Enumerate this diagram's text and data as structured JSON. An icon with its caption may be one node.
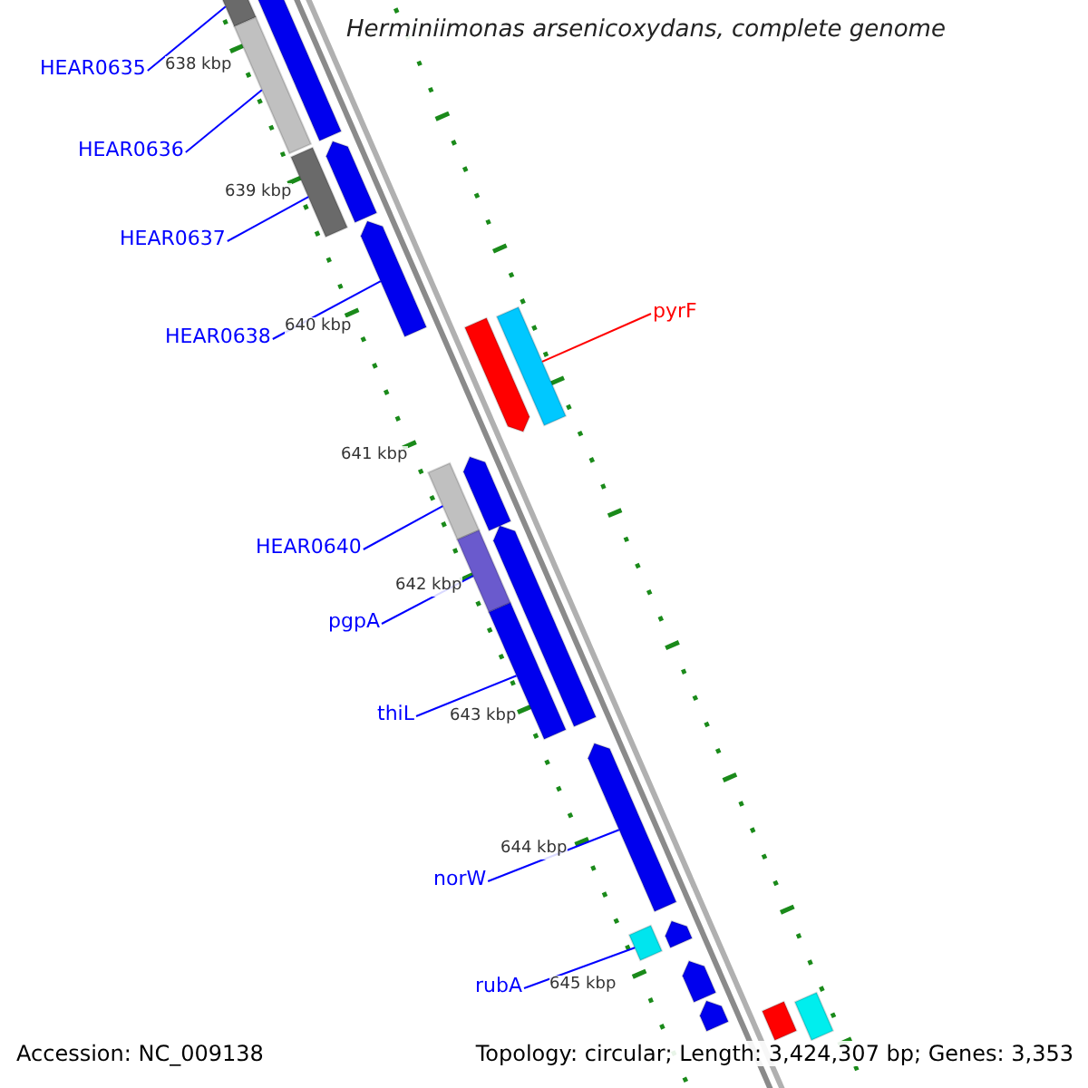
{
  "diagram": {
    "title": "Herminiimonas arsenicoxydans, complete genome",
    "nodes": [
      {
        "text": [
          "HEAR0635"
        ]
      },
      {
        "text": [
          "HEAR0636"
        ]
      },
      {
        "text": [
          "HEAR0637"
        ]
      },
      {
        "text": [
          "HEAR0638"
        ]
      },
      {
        "text": [
          "pyrF"
        ]
      },
      {
        "text": [
          "HEAR0640"
        ]
      },
      {
        "text": [
          "pgpA"
        ]
      },
      {
        "text": [
          "thiL"
        ]
      },
      {
        "text": [
          "norW"
        ]
      },
      {
        "text": [
          "rubA"
        ]
      },
      {
        "text": [],
        "shape": "bar"
      },
      {
        "text": [],
        "shape": "bar"
      },
      {
        "text": [],
        "shape": "bar"
      },
      {
        "text": [],
        "shape": "bar"
      },
      {
        "text": [],
        "shape": "bar"
      },
      {
        "text": [],
        "shape": "bar"
      },
      {
        "text": [],
        "shape": "bar"
      },
      {
        "text": [],
        "shape": "bar"
      },
      {
        "text": [],
        "shape": "bar"
      },
      {
        "text": [],
        "shape": "bar"
      },
      {
        "text": [],
        "shape": "bar"
      },
      {
        "text": [],
        "shape": "bar"
      },
      {
        "text": [],
        "shape": "bar"
      },
      {
        "text": [],
        "shape": "bar"
      },
      {
        "text": [],
        "shape": "bar"
      },
      {
        "text": [],
        "shape": "bar"
      },
      {
        "text": [],
        "shape": "bar"
      },
      {
        "text": [],
        "shape": "bar"
      },
      {
        "text": [],
        "shape": "bar"
      },
      {
        "text": [],
        "shape": "bar"
      }
    ],
    "edges": [
      {
        "from": 0,
        "to": 10,
        "arrow": "none"
      },
      {
        "from": 1,
        "to": 11,
        "arrow": "none"
      },
      {
        "from": 2,
        "to": 12,
        "arrow": "none"
      },
      {
        "from": 3,
        "to": 13,
        "arrow": "none"
      },
      {
        "from": 4,
        "to": 14,
        "arrow": "none",
        "color": "#ff0000"
      },
      {
        "from": 5,
        "to": 15,
        "arrow": "none"
      },
      {
        "from": 6,
        "to": 16,
        "arrow": "none"
      },
      {
        "from": 7,
        "to": 17,
        "arrow": "none"
      },
      {
        "from": 8,
        "to": 18,
        "arrow": "none"
      },
      {
        "from": 9,
        "to": 19,
        "arrow": "none"
      }
    ],
    "labels": [
      "638 kbp",
      "639 kbp",
      "640 kbp",
      "641 kbp",
      "642 kbp",
      "643 kbp",
      "644 kbp",
      "645 kbp",
      "Accession: NC_009138",
      "Topology: circular; Length: 3,424,307 bp; Genes: 3,353"
    ]
  }
}
